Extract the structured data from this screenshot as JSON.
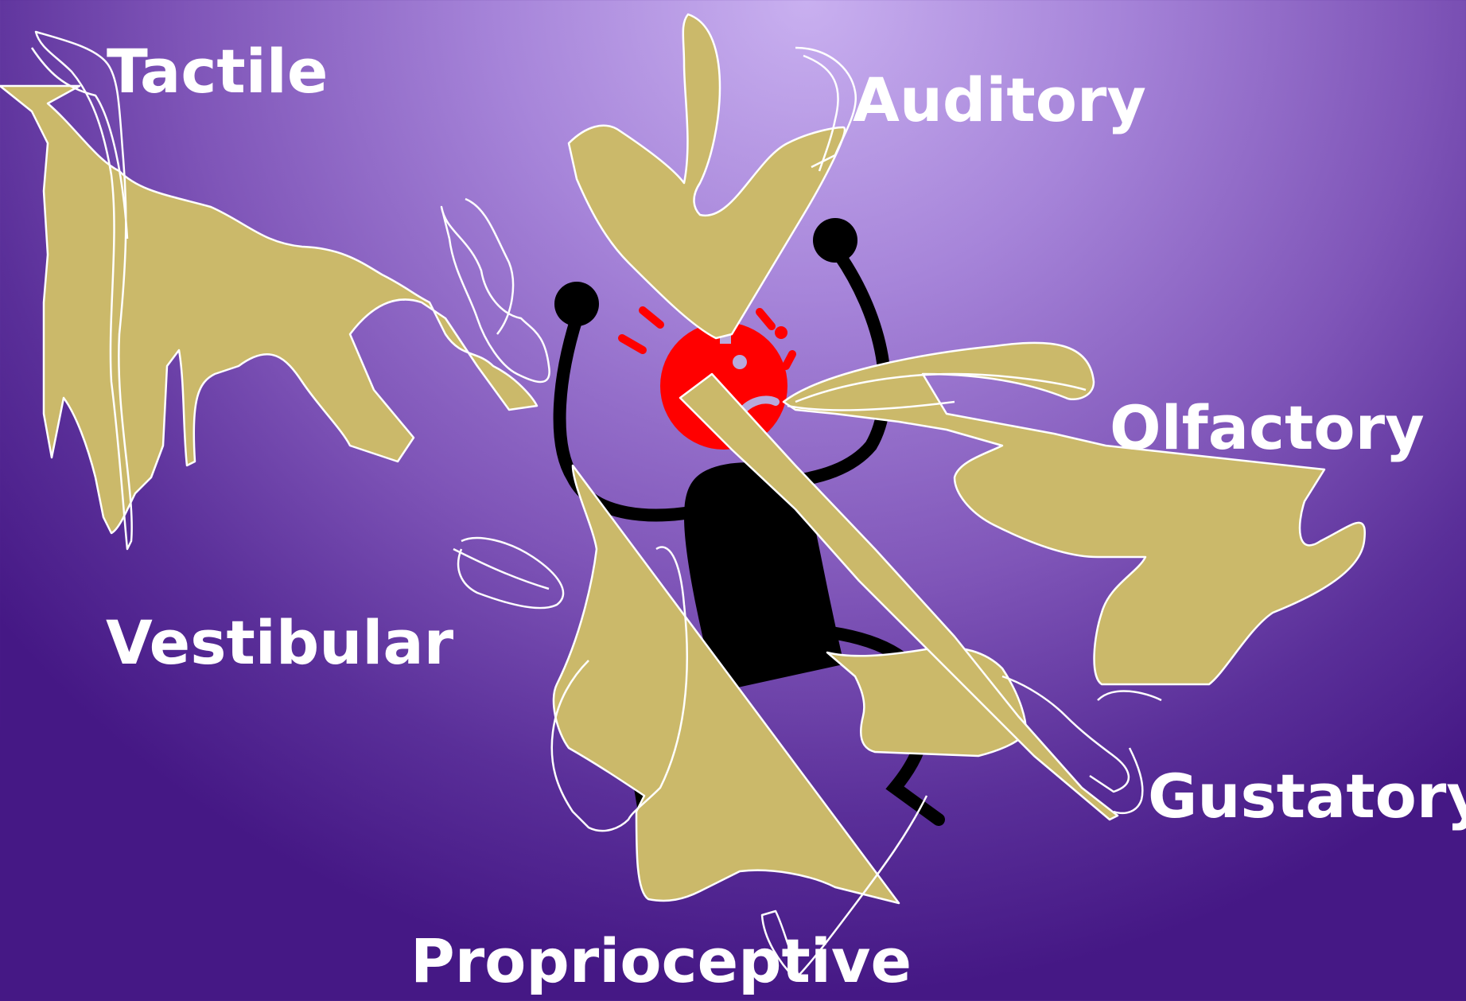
{
  "labels": {
    "tactile": "Tactile",
    "auditory": "Auditory",
    "olfactory": "Olfactory",
    "vestibular": "Vestibular",
    "gustatory": "Gustatory",
    "proprioceptive": "Proprioceptive"
  },
  "colors": {
    "background_top": "#c9b0f0",
    "background_bottom": "#451885",
    "scribble_fill": "#cbb96a",
    "scribble_stroke": "#ffffff",
    "figure": "#000000",
    "face": "#ff0000",
    "label_text": "#ffffff"
  },
  "icons": [
    "stick-figure",
    "red-face",
    "scribble-shapes"
  ]
}
